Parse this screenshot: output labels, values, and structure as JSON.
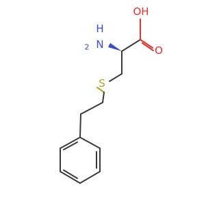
{
  "atoms": {
    "carboxyl_oh": "OH",
    "carbonyl_o": "O",
    "amine_h": "H",
    "amine_n": "N",
    "amine_sub": "2",
    "sulfur": "S"
  },
  "colors": {
    "oxygen": "#e8312a",
    "nitrogen": "#3b4cc0",
    "sulfur": "#b8a020",
    "carbon_bond": "#3a3a3a"
  }
}
